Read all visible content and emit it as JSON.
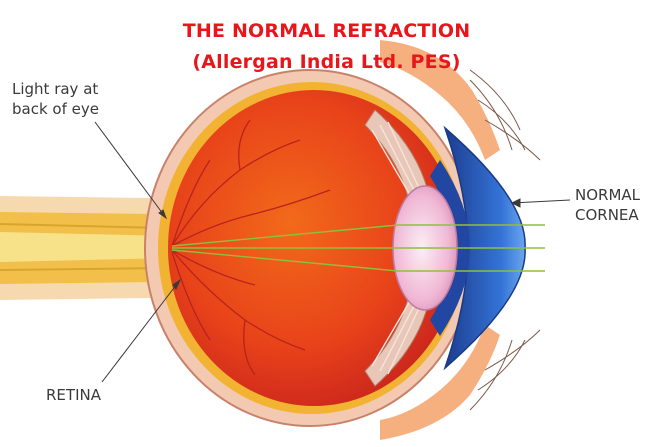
{
  "title": {
    "line1": "THE NORMAL REFRACTION",
    "line2": "(Allergan India Ltd. PES)"
  },
  "labels": {
    "light_ray_line1": "Light ray at",
    "light_ray_line2": "back of eye",
    "retina": "RETINA",
    "normal_line1": "NORMAL",
    "cornea_line2": "CORNEA"
  },
  "colors": {
    "title": "#e8161b",
    "eye_interior": "#ea4a14",
    "sclera": "#f4c9b2",
    "cornea": "#2b5fc2",
    "lens": "#f3c6dc",
    "light_rays": "#8fbf3a",
    "optic_nerve": "#f2c04a"
  }
}
